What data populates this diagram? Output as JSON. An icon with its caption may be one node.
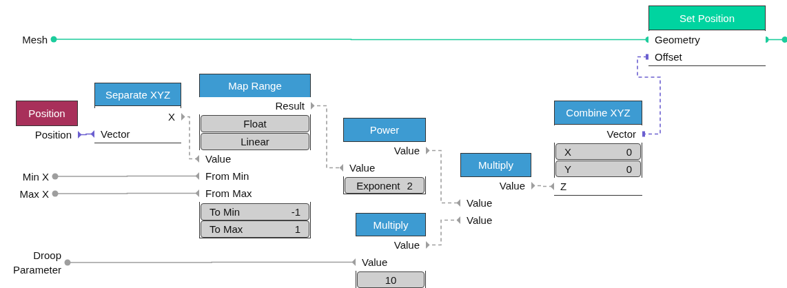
{
  "diagram": {
    "nodes": [
      {
        "text": [
          "Set Position"
        ]
      },
      {
        "text": [
          "Geometry"
        ],
        "in": 0
      },
      {
        "text": [
          "Offset"
        ],
        "in": 0
      },
      {
        "text": [
          "Mesh"
        ]
      },
      {
        "text": [
          "Map Range"
        ]
      },
      {
        "text": [
          "Result"
        ],
        "in": 4
      },
      {
        "text": [
          "Float"
        ],
        "in": 4
      },
      {
        "text": [
          "Linear"
        ],
        "in": 4
      },
      {
        "text": [
          "Value"
        ],
        "in": 4
      },
      {
        "text": [
          "From Min"
        ],
        "in": 4
      },
      {
        "text": [
          "From Max"
        ],
        "in": 4
      },
      {
        "text": [
          "To Min",
          "-1"
        ],
        "in": 4
      },
      {
        "text": [
          "To Max",
          "1"
        ],
        "in": 4
      },
      {
        "text": [
          "Separate XYZ"
        ]
      },
      {
        "text": [
          "X"
        ],
        "in": 13
      },
      {
        "text": [
          "Vector"
        ],
        "in": 13
      },
      {
        "text": [
          "Combine XYZ"
        ]
      },
      {
        "text": [
          "Vector"
        ],
        "in": 16
      },
      {
        "text": [
          "X",
          "0"
        ],
        "in": 16
      },
      {
        "text": [
          "Y",
          "0"
        ],
        "in": 16
      },
      {
        "text": [
          "Z"
        ],
        "in": 16
      },
      {
        "text": [
          "Position"
        ]
      },
      {
        "text": [
          "Position"
        ],
        "in": 21
      },
      {
        "text": [
          "Power"
        ]
      },
      {
        "text": [
          "Value"
        ],
        "in": 23
      },
      {
        "text": [
          "Value"
        ],
        "in": 23
      },
      {
        "text": [
          "Exponent",
          "2"
        ],
        "in": 23
      },
      {
        "text": [
          "Multiply"
        ]
      },
      {
        "text": [
          "Value"
        ],
        "in": 27
      },
      {
        "text": [
          "Value"
        ],
        "in": 27
      },
      {
        "text": [
          "Value"
        ],
        "in": 27
      },
      {
        "text": [
          "Min X"
        ]
      },
      {
        "text": [
          "Max X"
        ]
      },
      {
        "text": [
          "Multiply"
        ]
      },
      {
        "text": [
          "Value"
        ],
        "in": 33
      },
      {
        "text": [
          "Value"
        ],
        "in": 33
      },
      {
        "text": [
          "10"
        ],
        "in": 33
      },
      {
        "text": [
          "Droop Parameter"
        ]
      }
    ],
    "edges": [
      {
        "from": 3,
        "to": 1,
        "arrow": "other",
        "color": "#1ccc9c"
      },
      {
        "from": 1,
        "to": null,
        "arrow": "other",
        "color": "#1ccc9c"
      },
      {
        "from": 22,
        "to": 15,
        "arrow": "other",
        "color": "#6b5fd0"
      },
      {
        "from": 14,
        "to": 8,
        "arrow": "other",
        "style": "dashed"
      },
      {
        "from": 31,
        "to": 9,
        "arrow": "other"
      },
      {
        "from": 32,
        "to": 10,
        "arrow": "other"
      },
      {
        "from": 5,
        "to": 25,
        "arrow": "other",
        "style": "dashed"
      },
      {
        "from": 24,
        "to": 29,
        "arrow": "other",
        "style": "dashed"
      },
      {
        "from": 34,
        "to": 30,
        "arrow": "other",
        "style": "dashed"
      },
      {
        "from": 37,
        "to": 35,
        "arrow": "other"
      },
      {
        "from": 28,
        "to": 20,
        "arrow": "other",
        "style": "dashed"
      },
      {
        "from": 17,
        "to": 2,
        "arrow": "other",
        "style": "dashed",
        "color": "#6b5fd0"
      }
    ]
  }
}
